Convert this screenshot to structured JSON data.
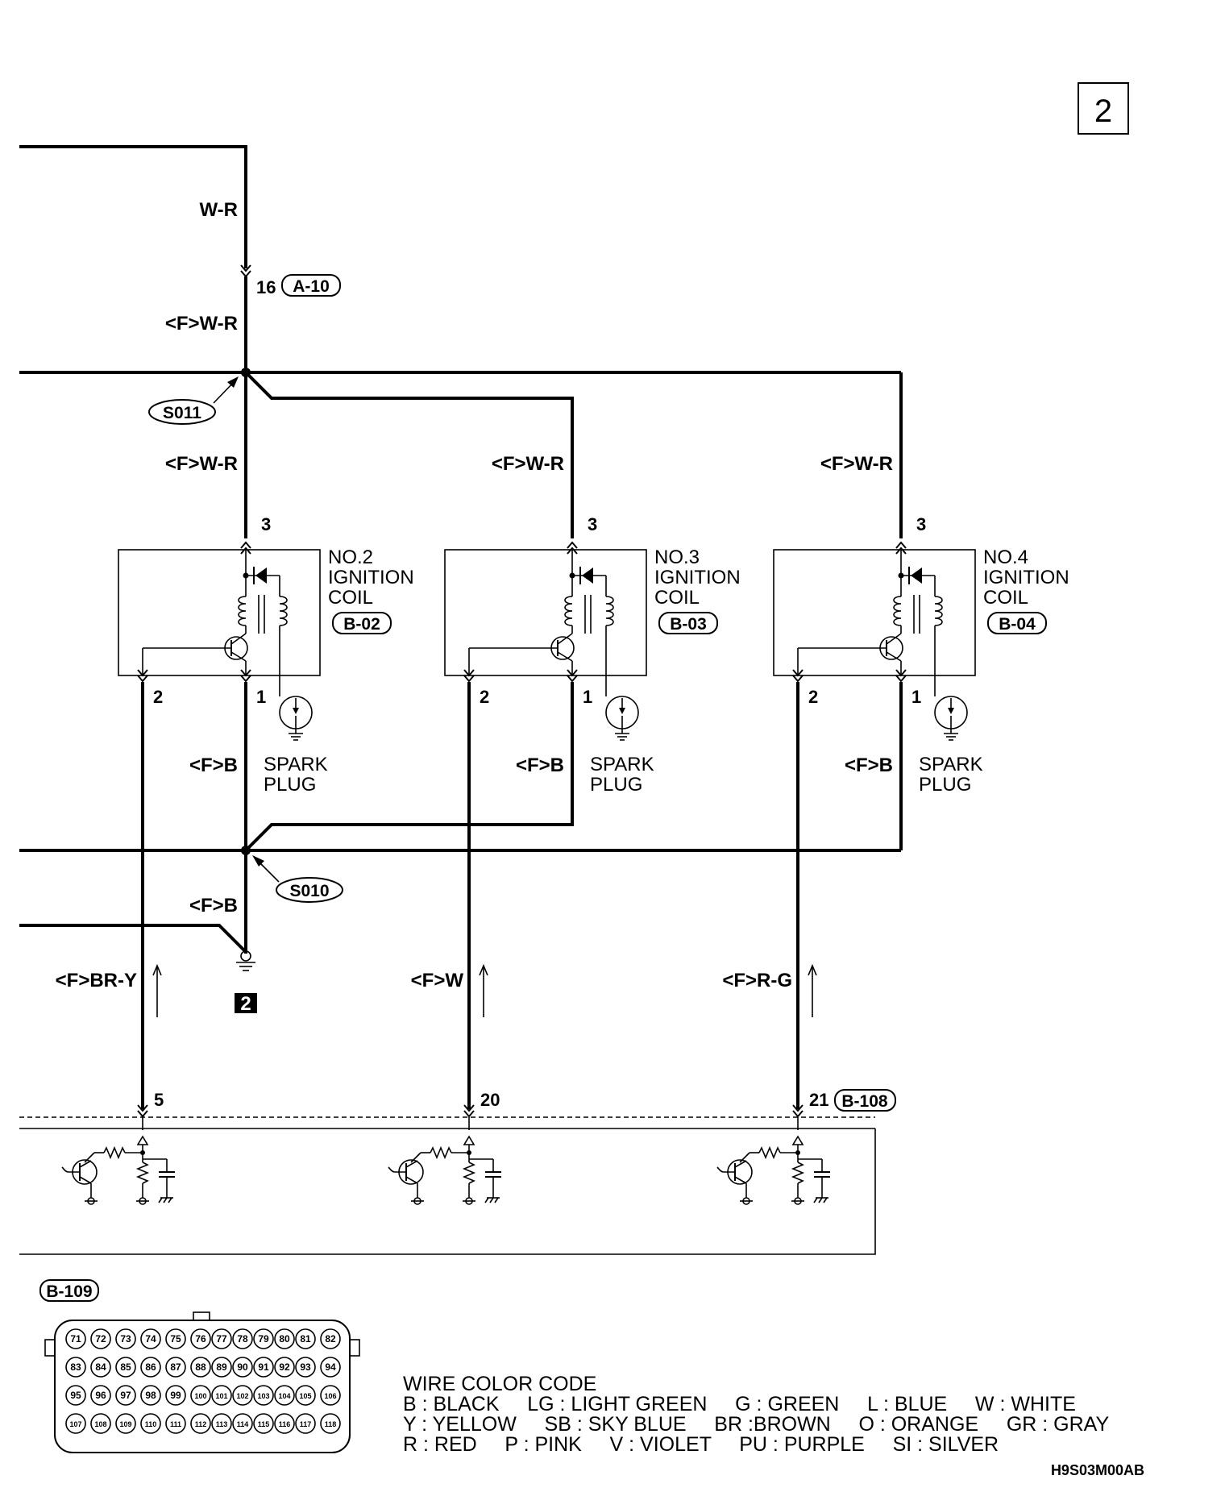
{
  "sheet": {
    "number": "2",
    "code": "H9S03M00AB"
  },
  "wires": {
    "top_feed": "W-R",
    "after_connector": "<F>W-R",
    "coil_feed": "<F>W-R",
    "coil_ground": "<F>B",
    "ground_feed": "<F>B",
    "signal_1": "<F>BR-Y",
    "signal_2": "<F>W",
    "signal_3": "<F>R-G"
  },
  "connectors": {
    "a10": {
      "pin": "16",
      "id": "A-10"
    },
    "b108": {
      "id": "B-108"
    },
    "b109": {
      "id": "B-109"
    }
  },
  "splices": {
    "s011": "S011",
    "s010": "S010"
  },
  "ground_mark": "2",
  "coils": [
    {
      "name": "NO.2",
      "line2": "IGNITION",
      "line3": "COIL",
      "connector": "B-02",
      "pin_top": "3",
      "pin_left": "2",
      "pin_right": "1",
      "plug1": "SPARK",
      "plug2": "PLUG"
    },
    {
      "name": "NO.3",
      "line2": "IGNITION",
      "line3": "COIL",
      "connector": "B-03",
      "pin_top": "3",
      "pin_left": "2",
      "pin_right": "1",
      "plug1": "SPARK",
      "plug2": "PLUG"
    },
    {
      "name": "NO.4",
      "line2": "IGNITION",
      "line3": "COIL",
      "connector": "B-04",
      "pin_top": "3",
      "pin_left": "2",
      "pin_right": "1",
      "plug1": "SPARK",
      "plug2": "PLUG"
    }
  ],
  "ecu_pins": [
    "5",
    "20",
    "21"
  ],
  "pinout_rows": [
    [
      "71",
      "72",
      "73",
      "74",
      "75",
      "76",
      "77",
      "78",
      "79",
      "80",
      "81",
      "82"
    ],
    [
      "83",
      "84",
      "85",
      "86",
      "87",
      "88",
      "89",
      "90",
      "91",
      "92",
      "93",
      "94"
    ],
    [
      "95",
      "96",
      "97",
      "98",
      "99",
      "100",
      "101",
      "102",
      "103",
      "104",
      "105",
      "106"
    ],
    [
      "107",
      "108",
      "109",
      "110",
      "111",
      "112",
      "113",
      "114",
      "115",
      "116",
      "117",
      "118"
    ]
  ],
  "legend": {
    "title": "WIRE COLOR CODE",
    "line1": "B : BLACK     LG : LIGHT GREEN     G : GREEN     L : BLUE     W : WHITE",
    "line2": "Y : YELLOW     SB : SKY BLUE     BR :BROWN     O : ORANGE     GR : GRAY",
    "line3": "R : RED     P : PINK     V : VIOLET     PU : PURPLE     SI : SILVER"
  }
}
